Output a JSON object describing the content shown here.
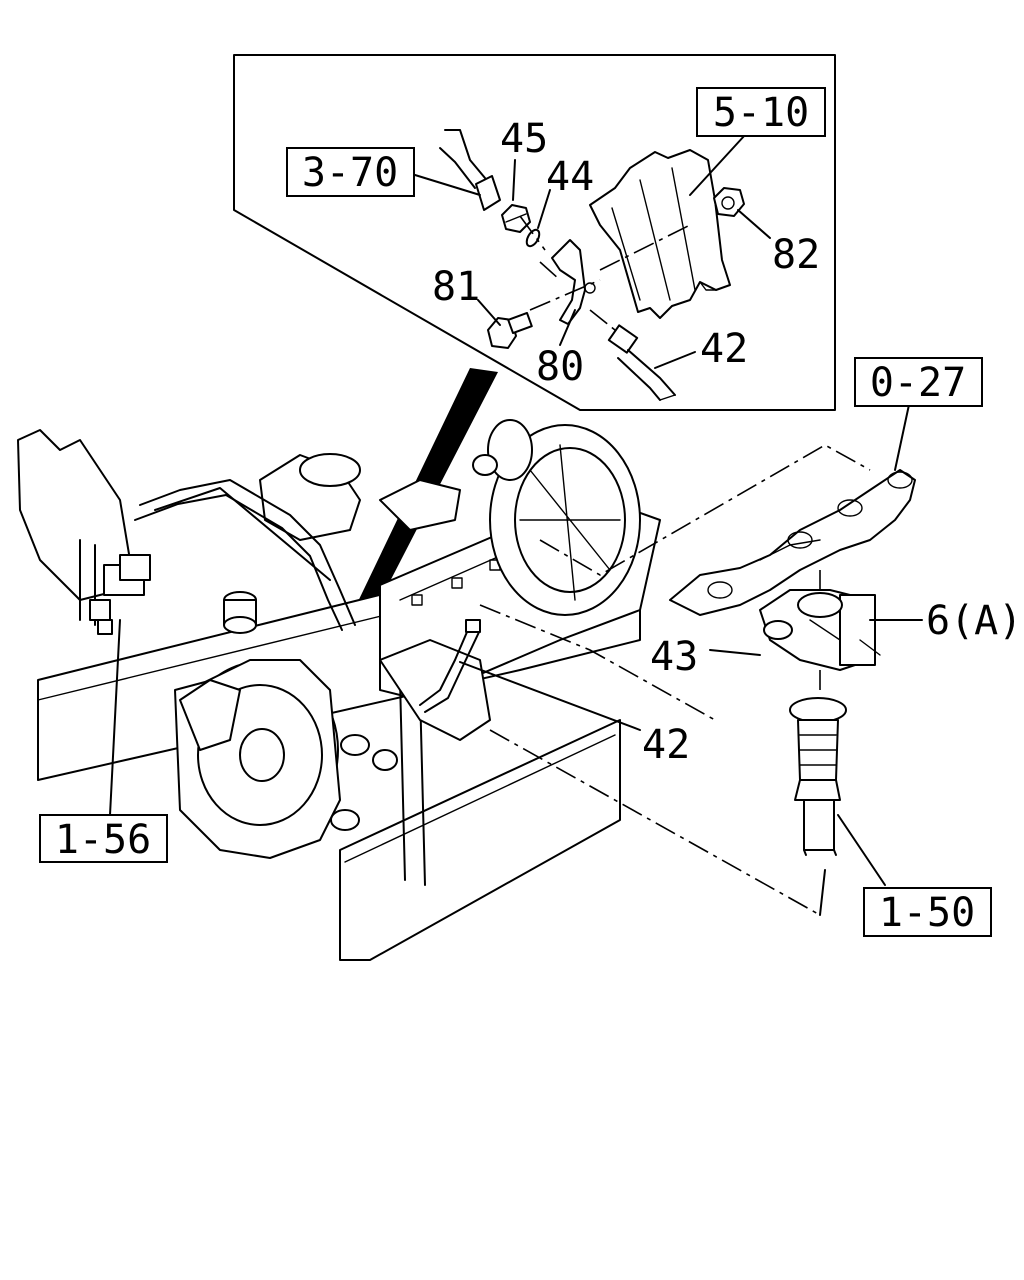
{
  "refs": {
    "r5_10": "5-10",
    "r3_70": "3-70",
    "r0_27": "0-27",
    "r1_56": "1-56",
    "r1_50": "1-50"
  },
  "parts": {
    "p45": "45",
    "p44": "44",
    "p82": "82",
    "p81": "81",
    "p80": "80",
    "p42_inset": "42",
    "p6a": "6(A)",
    "p43": "43",
    "p42_main": "42"
  },
  "colors": {
    "line": "#000000",
    "background": "#ffffff"
  }
}
